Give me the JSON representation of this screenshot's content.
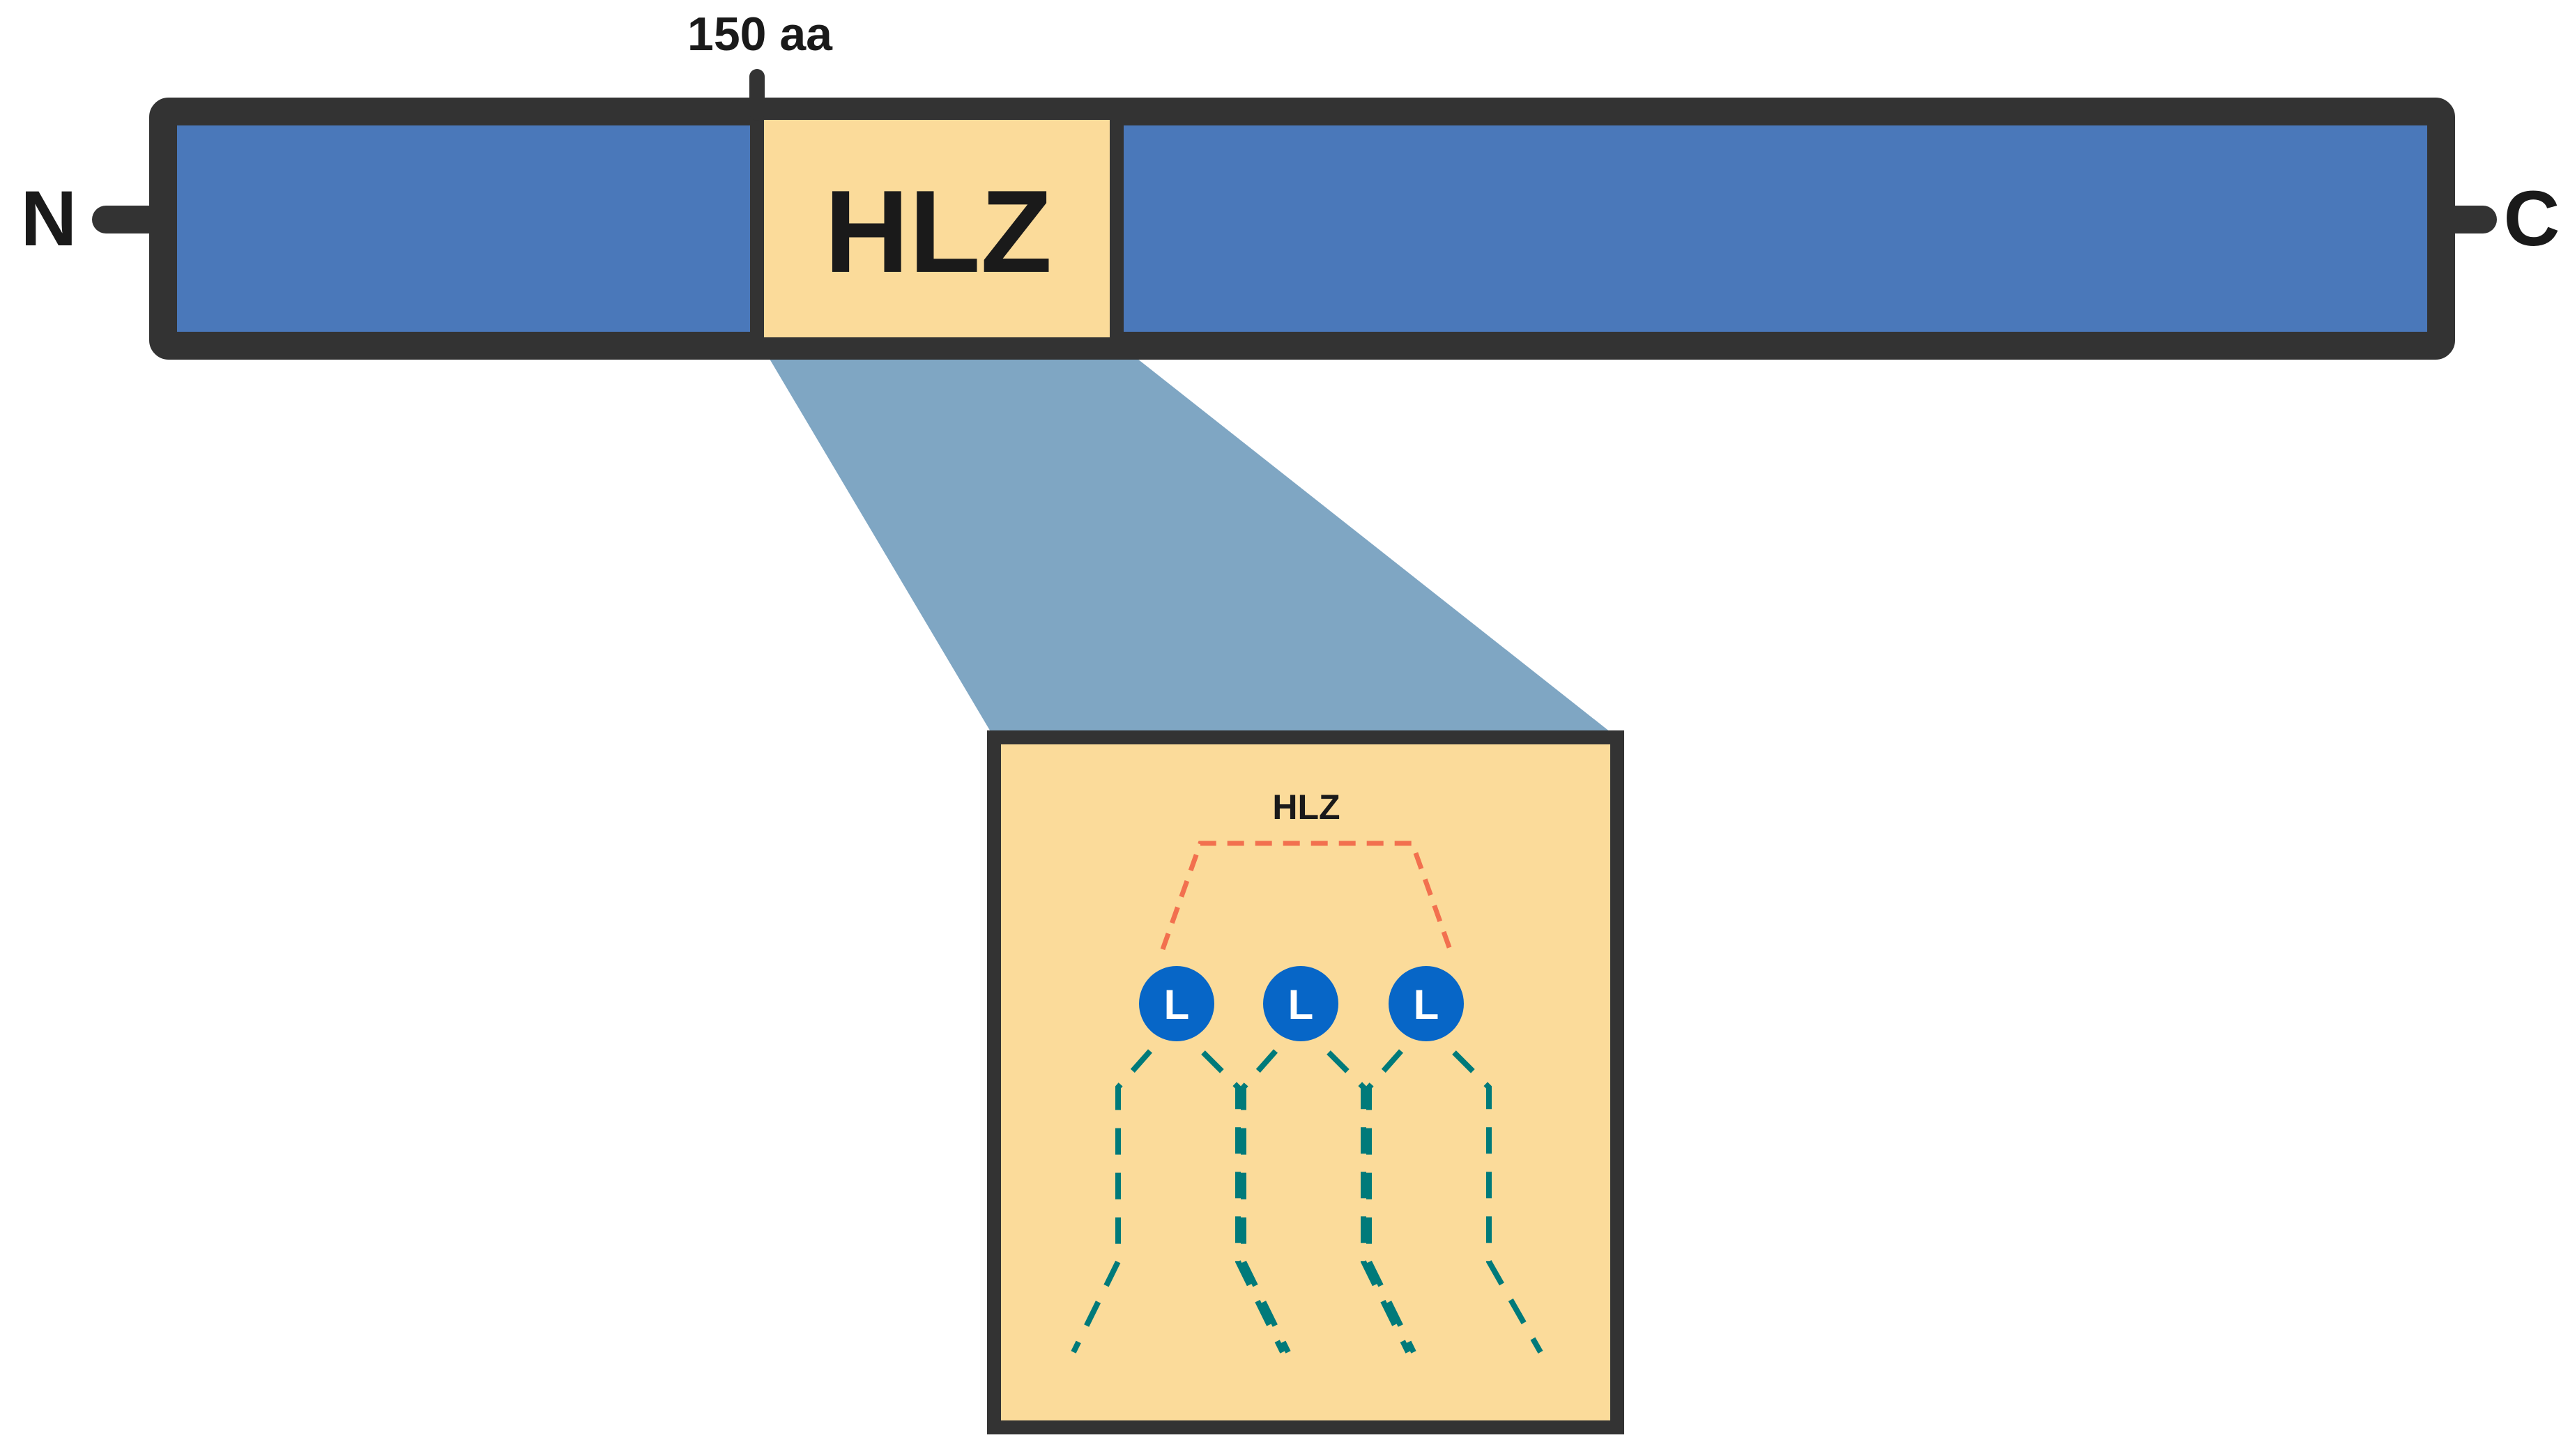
{
  "protein": {
    "n_terminus": "N",
    "c_terminus": "C",
    "position_marker": "150 aa",
    "domain_label": "HLZ"
  },
  "inset": {
    "title": "HLZ",
    "residues": [
      "L",
      "L",
      "L"
    ]
  },
  "colors": {
    "outline": "#333333",
    "protein_body": "#4A78BA",
    "domain_fill": "#FBDB9A",
    "zoom_wedge": "#7FA6C3",
    "residue_circle": "#0766C7",
    "hlz_bracket": "#F2704F",
    "backbone_dash": "#007A7A"
  }
}
